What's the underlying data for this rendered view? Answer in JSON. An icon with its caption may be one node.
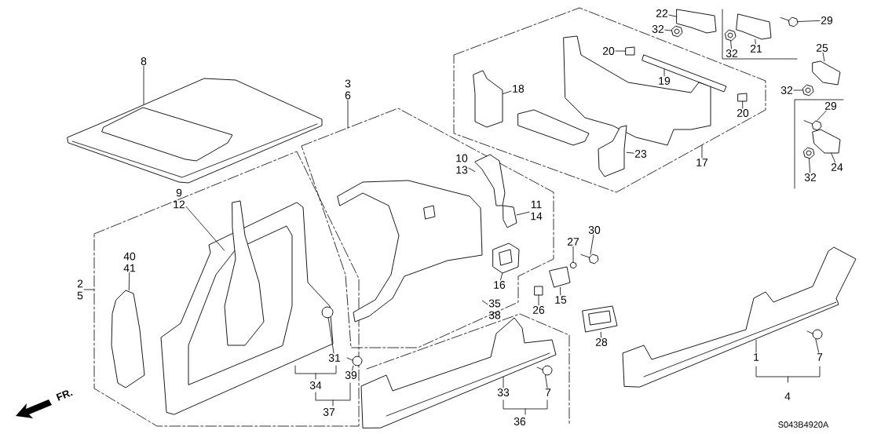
{
  "diagram": {
    "nodes": [
      {
        "text": [],
        "shape": "box"
      },
      {
        "text": [],
        "shape": "box"
      },
      {
        "text": [],
        "shape": "box"
      },
      {
        "text": [
          "8"
        ]
      },
      {
        "text": [],
        "shape": "picture"
      },
      {
        "text": [
          "3",
          "6"
        ]
      },
      {
        "text": [
          "2",
          "5"
        ]
      },
      {
        "text": [
          "9",
          "12"
        ],
        "in": 0
      },
      {
        "text": [],
        "shape": "picture",
        "in": 0
      },
      {
        "text": [
          "40",
          "41"
        ],
        "in": 0
      },
      {
        "text": [],
        "shape": "picture",
        "in": 0
      },
      {
        "text": [
          "31"
        ],
        "in": 0
      },
      {
        "text": [],
        "shape": "circle",
        "in": 0
      },
      {
        "text": [
          "39"
        ],
        "in": 0
      },
      {
        "text": [],
        "shape": "circle",
        "in": 0
      },
      {
        "text": [
          "10",
          "13"
        ],
        "in": 1
      },
      {
        "text": [],
        "shape": "picture",
        "in": 1
      },
      {
        "text": [
          "11",
          "14"
        ],
        "in": 1
      },
      {
        "text": [],
        "shape": "picture",
        "in": 1
      },
      {
        "text": [
          "16"
        ],
        "in": 1
      },
      {
        "text": [],
        "shape": "picture",
        "in": 1
      },
      {
        "text": [
          "35",
          "38"
        ],
        "in": 1
      },
      {
        "text": [],
        "shape": "picture",
        "in": 1
      },
      {
        "text": [
          "27"
        ]
      },
      {
        "text": [],
        "shape": "circle"
      },
      {
        "text": [
          "30"
        ]
      },
      {
        "text": [],
        "shape": "picture"
      },
      {
        "text": [
          "26"
        ]
      },
      {
        "text": [],
        "shape": "box"
      },
      {
        "text": [
          "15"
        ]
      },
      {
        "text": [],
        "shape": "picture"
      },
      {
        "text": [
          "28"
        ]
      },
      {
        "text": [],
        "shape": "picture"
      },
      {
        "text": [
          "33"
        ]
      },
      {
        "text": [],
        "shape": "picture"
      },
      {
        "text": [
          "7"
        ]
      },
      {
        "text": [],
        "shape": "circle"
      },
      {
        "text": [
          "1"
        ]
      },
      {
        "text": [],
        "shape": "picture"
      },
      {
        "text": [
          "7"
        ]
      },
      {
        "text": [],
        "shape": "circle"
      },
      {
        "text": [
          "17"
        ]
      },
      {
        "text": [
          "18"
        ],
        "in": 2
      },
      {
        "text": [],
        "shape": "picture",
        "in": 2
      },
      {
        "text": [
          "19"
        ],
        "in": 2
      },
      {
        "text": [],
        "shape": "picture",
        "in": 2
      },
      {
        "text": [
          "20"
        ],
        "in": 2
      },
      {
        "text": [],
        "shape": "box",
        "in": 2
      },
      {
        "text": [
          "20"
        ],
        "in": 2
      },
      {
        "text": [],
        "shape": "box",
        "in": 2
      },
      {
        "text": [
          "23"
        ],
        "in": 2
      },
      {
        "text": [],
        "shape": "picture",
        "in": 2
      },
      {
        "text": [
          "22"
        ]
      },
      {
        "text": [],
        "shape": "picture"
      },
      {
        "text": [
          "32"
        ]
      },
      {
        "text": [],
        "shape": "picture"
      },
      {
        "text": [
          "21"
        ]
      },
      {
        "text": [],
        "shape": "picture"
      },
      {
        "text": [
          "32"
        ]
      },
      {
        "text": [],
        "shape": "picture"
      },
      {
        "text": [
          "29"
        ]
      },
      {
        "text": [],
        "shape": "picture"
      },
      {
        "text": [
          "25"
        ]
      },
      {
        "text": [],
        "shape": "picture"
      },
      {
        "text": [
          "32"
        ]
      },
      {
        "text": [],
        "shape": "picture"
      },
      {
        "text": [
          "29"
        ]
      },
      {
        "text": [],
        "shape": "picture"
      },
      {
        "text": [
          "24"
        ]
      },
      {
        "text": [],
        "shape": "picture"
      },
      {
        "text": [
          "32"
        ]
      },
      {
        "text": [],
        "shape": "picture"
      }
    ],
    "edges": [
      {
        "from": 3,
        "to": 4,
        "arrow": "none"
      },
      {
        "from": 5,
        "to": 1,
        "arrow": "none"
      },
      {
        "from": 6,
        "to": 0,
        "arrow": "none"
      },
      {
        "from": 7,
        "to": 8,
        "arrow": "none"
      },
      {
        "from": 9,
        "to": 10,
        "arrow": "none"
      },
      {
        "from": 11,
        "to": 12,
        "arrow": "none"
      },
      {
        "from": 13,
        "to": 14,
        "arrow": "none"
      },
      {
        "from": 15,
        "to": 16,
        "arrow": "none"
      },
      {
        "from": 17,
        "to": 18,
        "arrow": "none"
      },
      {
        "from": 19,
        "to": 20,
        "arrow": "none"
      },
      {
        "from": 21,
        "to": 22,
        "arrow": "none"
      },
      {
        "from": 23,
        "to": 24,
        "arrow": "none"
      },
      {
        "from": 25,
        "to": 26,
        "arrow": "none"
      },
      {
        "from": 27,
        "to": 28,
        "arrow": "none"
      },
      {
        "from": 29,
        "to": 30,
        "arrow": "none"
      },
      {
        "from": 31,
        "to": 32,
        "arrow": "none"
      },
      {
        "from": 33,
        "to": 34,
        "arrow": "none"
      },
      {
        "from": 35,
        "to": 36,
        "arrow": "none"
      },
      {
        "from": 37,
        "to": 38,
        "arrow": "none"
      },
      {
        "from": 39,
        "to": 40,
        "arrow": "none"
      },
      {
        "from": 41,
        "to": 2,
        "arrow": "none"
      },
      {
        "from": 42,
        "to": 43,
        "arrow": "none"
      },
      {
        "from": 44,
        "to": 45,
        "arrow": "none"
      },
      {
        "from": 46,
        "to": 47,
        "arrow": "none"
      },
      {
        "from": 48,
        "to": 49,
        "arrow": "none"
      },
      {
        "from": 50,
        "to": 51,
        "arrow": "none"
      },
      {
        "from": 52,
        "to": 53,
        "arrow": "none"
      },
      {
        "from": 54,
        "to": 55,
        "arrow": "none"
      },
      {
        "from": 56,
        "to": 57,
        "arrow": "none"
      },
      {
        "from": 58,
        "to": 59,
        "arrow": "none"
      },
      {
        "from": 60,
        "to": 61,
        "arrow": "none"
      },
      {
        "from": 62,
        "to": 63,
        "arrow": "none"
      },
      {
        "from": 64,
        "to": 65,
        "arrow": "none"
      },
      {
        "from": 66,
        "to": 67,
        "arrow": "none"
      },
      {
        "from": 68,
        "to": 69,
        "arrow": "none"
      },
      {
        "from": 70,
        "to": 71,
        "arrow": "none"
      }
    ],
    "labels": [
      "34",
      "37",
      "36",
      "4",
      "FR.",
      "S043B4920A"
    ]
  }
}
